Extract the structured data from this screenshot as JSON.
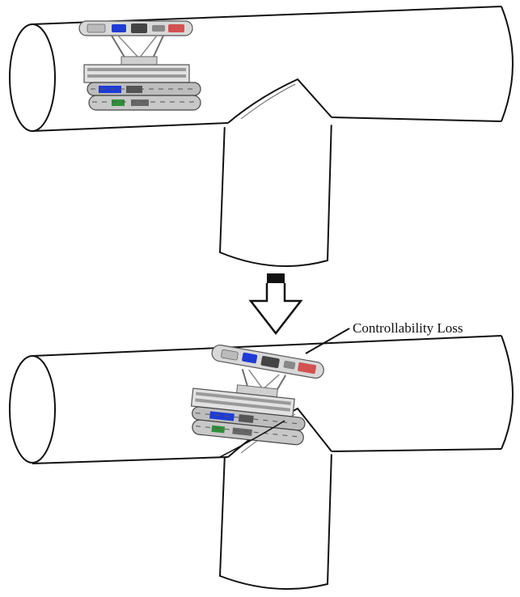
{
  "figure": {
    "annotation": "Controllability Loss",
    "colors": {
      "pipe_stroke": "#111111",
      "pipe_fill": "#ffffff",
      "robot_frame": "#6e6e6e",
      "robot_light": "#d8d8d8",
      "motor_blue": "#1f3bd6",
      "accent_red": "#d43a3a",
      "accent_green": "#2f8f3a",
      "arrow": "#111111"
    },
    "icons": [
      "pipe-t-junction",
      "in-pipe-robot",
      "down-arrow"
    ]
  }
}
